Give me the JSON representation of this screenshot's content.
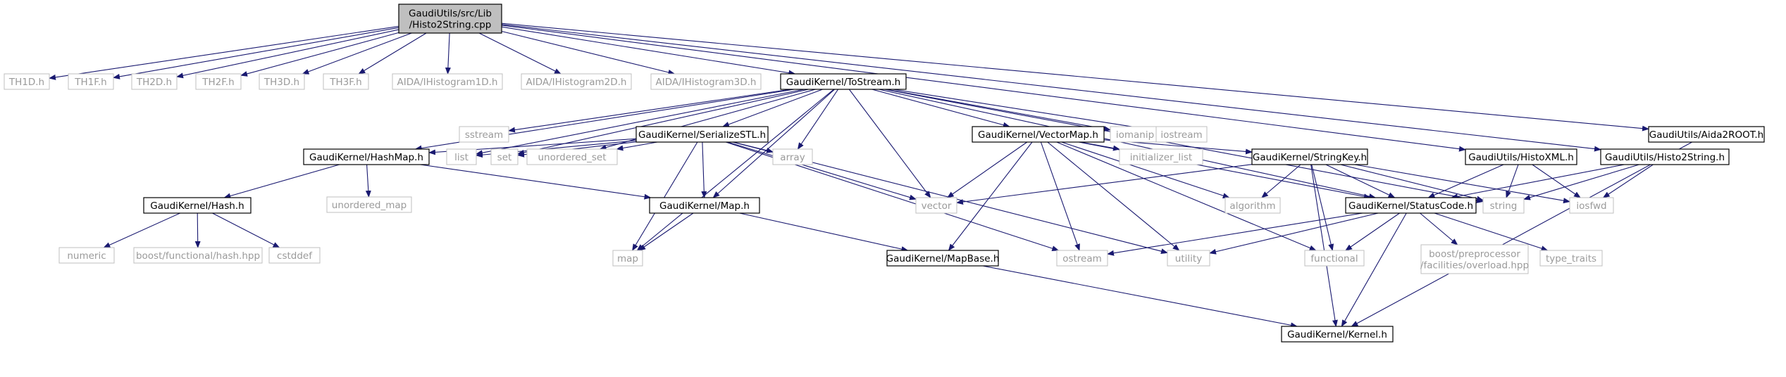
{
  "diagram": {
    "edge_color": "#191970",
    "nodes": [
      {
        "id": "root",
        "kind": "root",
        "lines": [
          "GaudiUtils/src/Lib",
          "/Histo2String.cpp"
        ]
      },
      {
        "id": "th1d",
        "kind": "std",
        "lines": [
          "TH1D.h"
        ]
      },
      {
        "id": "th1f",
        "kind": "std",
        "lines": [
          "TH1F.h"
        ]
      },
      {
        "id": "th2d",
        "kind": "std",
        "lines": [
          "TH2D.h"
        ]
      },
      {
        "id": "th2f",
        "kind": "std",
        "lines": [
          "TH2F.h"
        ]
      },
      {
        "id": "th3d",
        "kind": "std",
        "lines": [
          "TH3D.h"
        ]
      },
      {
        "id": "th3f",
        "kind": "std",
        "lines": [
          "TH3F.h"
        ]
      },
      {
        "id": "aida1d",
        "kind": "std",
        "lines": [
          "AIDA/IHistogram1D.h"
        ]
      },
      {
        "id": "aida2d",
        "kind": "std",
        "lines": [
          "AIDA/IHistogram2D.h"
        ]
      },
      {
        "id": "aida3d",
        "kind": "std",
        "lines": [
          "AIDA/IHistogram3D.h"
        ]
      },
      {
        "id": "tostream",
        "kind": "gaudi",
        "lines": [
          "GaudiKernel/ToStream.h"
        ]
      },
      {
        "id": "aida2root",
        "kind": "gaudi",
        "lines": [
          "GaudiUtils/Aida2ROOT.h"
        ]
      },
      {
        "id": "sstream",
        "kind": "std",
        "lines": [
          "sstream"
        ]
      },
      {
        "id": "serializestl",
        "kind": "gaudi",
        "lines": [
          "GaudiKernel/SerializeSTL.h"
        ]
      },
      {
        "id": "vectormap",
        "kind": "gaudi",
        "lines": [
          "GaudiKernel/VectorMap.h"
        ]
      },
      {
        "id": "iomanip",
        "kind": "std",
        "lines": [
          "iomanip"
        ]
      },
      {
        "id": "iostream",
        "kind": "std",
        "lines": [
          "iostream"
        ]
      },
      {
        "id": "hashmap",
        "kind": "gaudi",
        "lines": [
          "GaudiKernel/HashMap.h"
        ]
      },
      {
        "id": "list",
        "kind": "std",
        "lines": [
          "list"
        ]
      },
      {
        "id": "set",
        "kind": "std",
        "lines": [
          "set"
        ]
      },
      {
        "id": "unordered_set",
        "kind": "std",
        "lines": [
          "unordered_set"
        ]
      },
      {
        "id": "array",
        "kind": "std",
        "lines": [
          "array"
        ]
      },
      {
        "id": "initializer_list",
        "kind": "std",
        "lines": [
          "initializer_list"
        ]
      },
      {
        "id": "stringkey",
        "kind": "gaudi",
        "lines": [
          "GaudiKernel/StringKey.h"
        ]
      },
      {
        "id": "histoxml",
        "kind": "gaudi",
        "lines": [
          "GaudiUtils/HistoXML.h"
        ]
      },
      {
        "id": "histo2string",
        "kind": "gaudi",
        "lines": [
          "GaudiUtils/Histo2String.h"
        ]
      },
      {
        "id": "unordered_map",
        "kind": "std",
        "lines": [
          "unordered_map"
        ]
      },
      {
        "id": "hash",
        "kind": "gaudi",
        "lines": [
          "GaudiKernel/Hash.h"
        ]
      },
      {
        "id": "map_h",
        "kind": "gaudi",
        "lines": [
          "GaudiKernel/Map.h"
        ]
      },
      {
        "id": "vector",
        "kind": "std",
        "lines": [
          "vector"
        ]
      },
      {
        "id": "algorithm",
        "kind": "std",
        "lines": [
          "algorithm"
        ]
      },
      {
        "id": "statuscode",
        "kind": "gaudi",
        "lines": [
          "GaudiKernel/StatusCode.h"
        ]
      },
      {
        "id": "string",
        "kind": "std",
        "lines": [
          "string"
        ]
      },
      {
        "id": "iosfwd",
        "kind": "std",
        "lines": [
          "iosfwd"
        ]
      },
      {
        "id": "numeric",
        "kind": "std",
        "lines": [
          "numeric"
        ]
      },
      {
        "id": "boosthash",
        "kind": "std",
        "lines": [
          "boost/functional/hash.hpp"
        ]
      },
      {
        "id": "cstddef",
        "kind": "std",
        "lines": [
          "cstddef"
        ]
      },
      {
        "id": "map",
        "kind": "std",
        "lines": [
          "map"
        ]
      },
      {
        "id": "mapbase",
        "kind": "gaudi",
        "lines": [
          "GaudiKernel/MapBase.h"
        ]
      },
      {
        "id": "ostream",
        "kind": "std",
        "lines": [
          "ostream"
        ]
      },
      {
        "id": "utility",
        "kind": "std",
        "lines": [
          "utility"
        ]
      },
      {
        "id": "functional",
        "kind": "std",
        "lines": [
          "functional"
        ]
      },
      {
        "id": "boostpp",
        "kind": "std",
        "lines": [
          "boost/preprocessor",
          "/facilities/overload.hpp"
        ]
      },
      {
        "id": "type_traits",
        "kind": "std",
        "lines": [
          "type_traits"
        ]
      },
      {
        "id": "kernel",
        "kind": "gaudi",
        "lines": [
          "GaudiKernel/Kernel.h"
        ]
      }
    ],
    "edges": [
      [
        "root",
        "th1d"
      ],
      [
        "root",
        "th1f"
      ],
      [
        "root",
        "th2d"
      ],
      [
        "root",
        "th2f"
      ],
      [
        "root",
        "th3d"
      ],
      [
        "root",
        "th3f"
      ],
      [
        "root",
        "aida1d"
      ],
      [
        "root",
        "aida2d"
      ],
      [
        "root",
        "aida3d"
      ],
      [
        "root",
        "tostream"
      ],
      [
        "root",
        "aida2root"
      ],
      [
        "root",
        "histoxml"
      ],
      [
        "root",
        "histo2string"
      ],
      [
        "tostream",
        "sstream"
      ],
      [
        "tostream",
        "serializestl"
      ],
      [
        "tostream",
        "vectormap"
      ],
      [
        "tostream",
        "iomanip"
      ],
      [
        "tostream",
        "iostream"
      ],
      [
        "tostream",
        "hashmap"
      ],
      [
        "tostream",
        "list"
      ],
      [
        "tostream",
        "set"
      ],
      [
        "tostream",
        "unordered_set"
      ],
      [
        "tostream",
        "array"
      ],
      [
        "tostream",
        "map_h"
      ],
      [
        "tostream",
        "vector"
      ],
      [
        "tostream",
        "map"
      ],
      [
        "tostream",
        "string"
      ],
      [
        "tostream",
        "statuscode"
      ],
      [
        "serializestl",
        "hashmap"
      ],
      [
        "serializestl",
        "list"
      ],
      [
        "serializestl",
        "set"
      ],
      [
        "serializestl",
        "unordered_set"
      ],
      [
        "serializestl",
        "array"
      ],
      [
        "serializestl",
        "map_h"
      ],
      [
        "serializestl",
        "vector"
      ],
      [
        "serializestl",
        "map"
      ],
      [
        "serializestl",
        "ostream"
      ],
      [
        "serializestl",
        "utility"
      ],
      [
        "vectormap",
        "initializer_list"
      ],
      [
        "vectormap",
        "stringkey"
      ],
      [
        "vectormap",
        "vector"
      ],
      [
        "vectormap",
        "algorithm"
      ],
      [
        "vectormap",
        "utility"
      ],
      [
        "vectormap",
        "functional"
      ],
      [
        "vectormap",
        "ostream"
      ],
      [
        "vectormap",
        "mapbase"
      ],
      [
        "vectormap",
        "statuscode"
      ],
      [
        "hashmap",
        "hash"
      ],
      [
        "hashmap",
        "unordered_map"
      ],
      [
        "hashmap",
        "map_h"
      ],
      [
        "hash",
        "numeric"
      ],
      [
        "hash",
        "boosthash"
      ],
      [
        "hash",
        "cstddef"
      ],
      [
        "map_h",
        "map"
      ],
      [
        "map_h",
        "mapbase"
      ],
      [
        "mapbase",
        "kernel"
      ],
      [
        "stringkey",
        "vector"
      ],
      [
        "stringkey",
        "algorithm"
      ],
      [
        "stringkey",
        "statuscode"
      ],
      [
        "stringkey",
        "string"
      ],
      [
        "stringkey",
        "iosfwd"
      ],
      [
        "stringkey",
        "functional"
      ],
      [
        "stringkey",
        "kernel"
      ],
      [
        "histoxml",
        "statuscode"
      ],
      [
        "histoxml",
        "string"
      ],
      [
        "histoxml",
        "iosfwd"
      ],
      [
        "histo2string",
        "statuscode"
      ],
      [
        "histo2string",
        "string"
      ],
      [
        "histo2string",
        "iosfwd"
      ],
      [
        "statuscode",
        "ostream"
      ],
      [
        "statuscode",
        "utility"
      ],
      [
        "statuscode",
        "functional"
      ],
      [
        "statuscode",
        "boostpp"
      ],
      [
        "statuscode",
        "type_traits"
      ],
      [
        "statuscode",
        "kernel"
      ],
      [
        "aida2root",
        "kernel"
      ]
    ]
  }
}
